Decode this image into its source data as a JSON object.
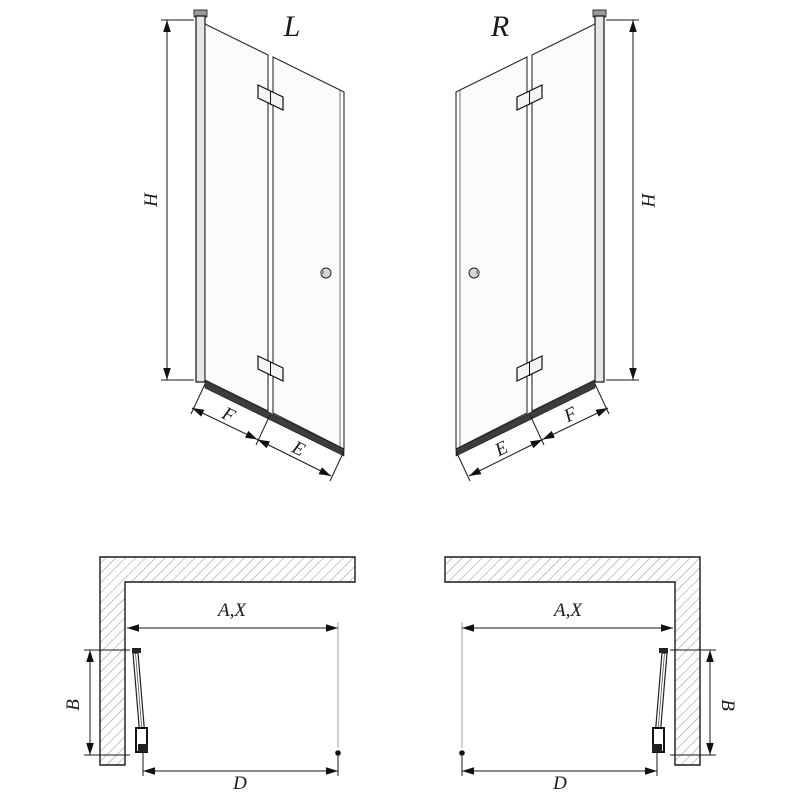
{
  "figure": {
    "background": "#ffffff",
    "line_color": "#1a1a1a",
    "hatch_color": "#999999",
    "rail_color": "#3d3d3d"
  },
  "front_views": {
    "left_door": {
      "variant_label": "L",
      "height_label": "H",
      "panel_width_label": "F",
      "entry_width_label": "E"
    },
    "right_door": {
      "variant_label": "R",
      "height_label": "H",
      "panel_width_label": "F",
      "entry_width_label": "E"
    }
  },
  "plan_views": {
    "left": {
      "opening_width_label": "A,X",
      "fold_depth_label": "B",
      "clear_width_label": "D"
    },
    "right": {
      "opening_width_label": "A,X",
      "fold_depth_label": "B",
      "clear_width_label": "D"
    }
  }
}
